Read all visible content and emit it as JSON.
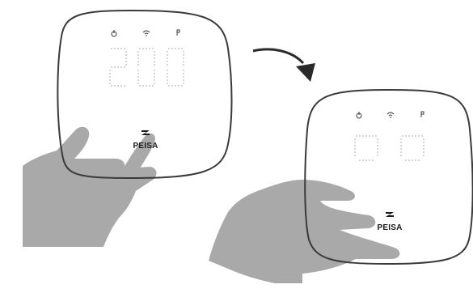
{
  "left_device": {
    "brand": "PEISA",
    "display_text": "200",
    "status_icons": [
      "power-icon",
      "wifi-icon",
      "flame-icon"
    ]
  },
  "right_device": {
    "brand": "PEISA",
    "display_state": "blank",
    "status_icons": [
      "power-icon",
      "wifi-icon",
      "flame-icon"
    ]
  },
  "colors": {
    "outline": "#3a3a3a",
    "hand": "#a9a9a9",
    "segment_dots": "#b8b8b8",
    "arrow": "#2a2a2a"
  }
}
